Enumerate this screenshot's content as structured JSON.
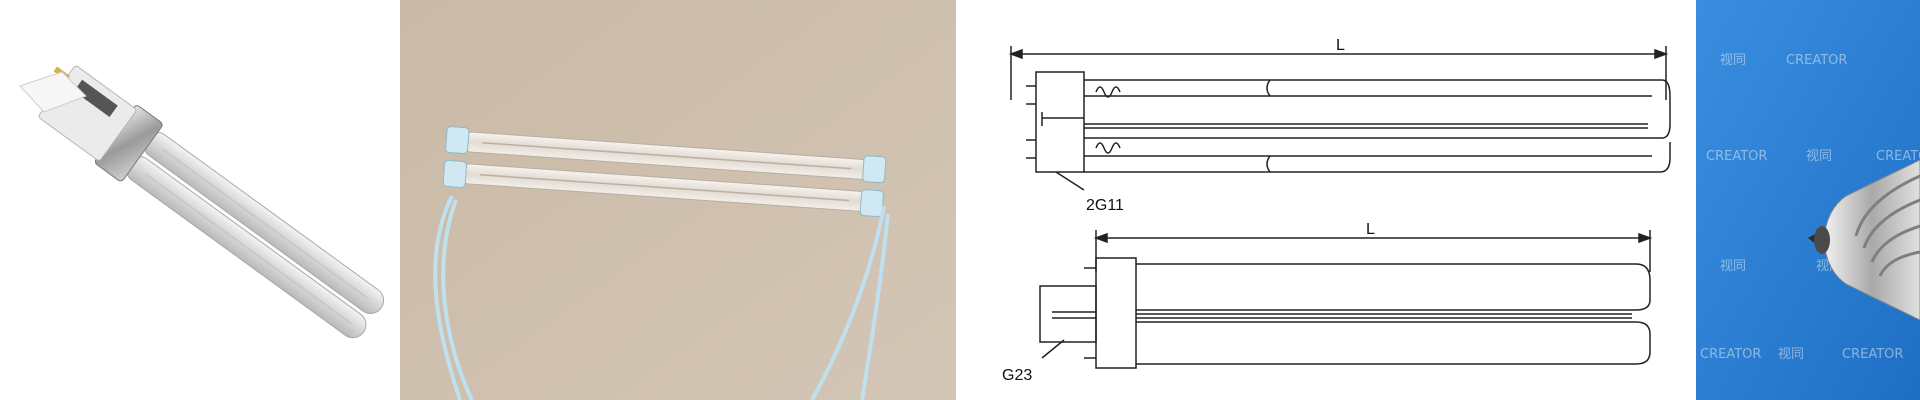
{
  "panels": [
    {
      "name": "uv-lamp-photo"
    },
    {
      "name": "twin-quartz-tubes-photo"
    },
    {
      "name": "lamp-dimension-drawing",
      "drawing": {
        "top_length_label": "L",
        "top_base_label": "2G11",
        "bottom_length_label": "L",
        "bottom_base_label": "G23"
      }
    },
    {
      "name": "screw-base-bulb-photo",
      "watermarks": [
        "视同",
        "CREATOR",
        "CREATOR",
        "视同",
        "CREATOR",
        "视同",
        "视同",
        "CREATOR",
        "视同",
        "CREATOR"
      ]
    }
  ],
  "colors": {
    "background_photo2": "#cdbfae",
    "background_photo4": "#2a7fd6",
    "wire": "#bfe0ef"
  }
}
